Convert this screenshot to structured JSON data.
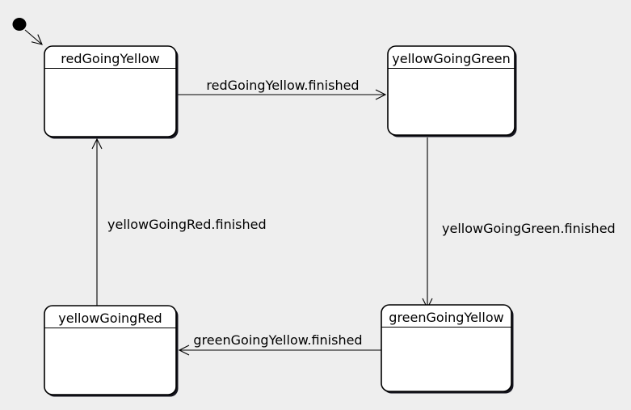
{
  "diagram": {
    "type": "uml-state-machine",
    "colors": {
      "background": "#eeeeee",
      "state_fill": "#ffffff",
      "stroke": "#000000",
      "shadow": "#15151f"
    },
    "states": [
      {
        "name": "redGoingYellow"
      },
      {
        "name": "yellowGoingGreen"
      },
      {
        "name": "greenGoingYellow"
      },
      {
        "name": "yellowGoingRed"
      }
    ],
    "initial_state": {
      "icon": "initial-state-dot",
      "target": "redGoingYellow"
    },
    "transitions": [
      {
        "from": "initial",
        "to": "redGoingYellow",
        "label": ""
      },
      {
        "from": "redGoingYellow",
        "to": "yellowGoingGreen",
        "label": "redGoingYellow.finished"
      },
      {
        "from": "yellowGoingGreen",
        "to": "greenGoingYellow",
        "label": "yellowGoingGreen.finished"
      },
      {
        "from": "greenGoingYellow",
        "to": "yellowGoingRed",
        "label": "greenGoingYellow.finished"
      },
      {
        "from": "yellowGoingRed",
        "to": "redGoingYellow",
        "label": "yellowGoingRed.finished"
      }
    ]
  }
}
